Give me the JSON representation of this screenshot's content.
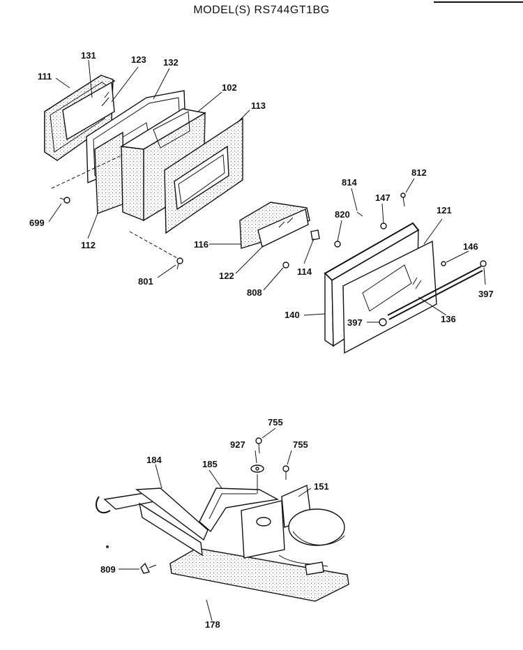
{
  "title": "MODEL(S) RS744GT1BG",
  "labels": {
    "l111": "111",
    "l131": "131",
    "l123": "123",
    "l132": "132",
    "l102": "102",
    "l113": "113",
    "l699": "699",
    "l112": "112",
    "l116": "116",
    "l801": "801",
    "l122": "122",
    "l808": "808",
    "l114": "114",
    "l820": "820",
    "l814": "814",
    "l147": "147",
    "l812": "812",
    "l121": "121",
    "l146": "146",
    "l397a": "397",
    "l140": "140",
    "l397b": "397",
    "l136": "136",
    "l755a": "755",
    "l927": "927",
    "l755b": "755",
    "l184": "184",
    "l185": "185",
    "l151": "151",
    "l809": "809",
    "l178": "178"
  }
}
